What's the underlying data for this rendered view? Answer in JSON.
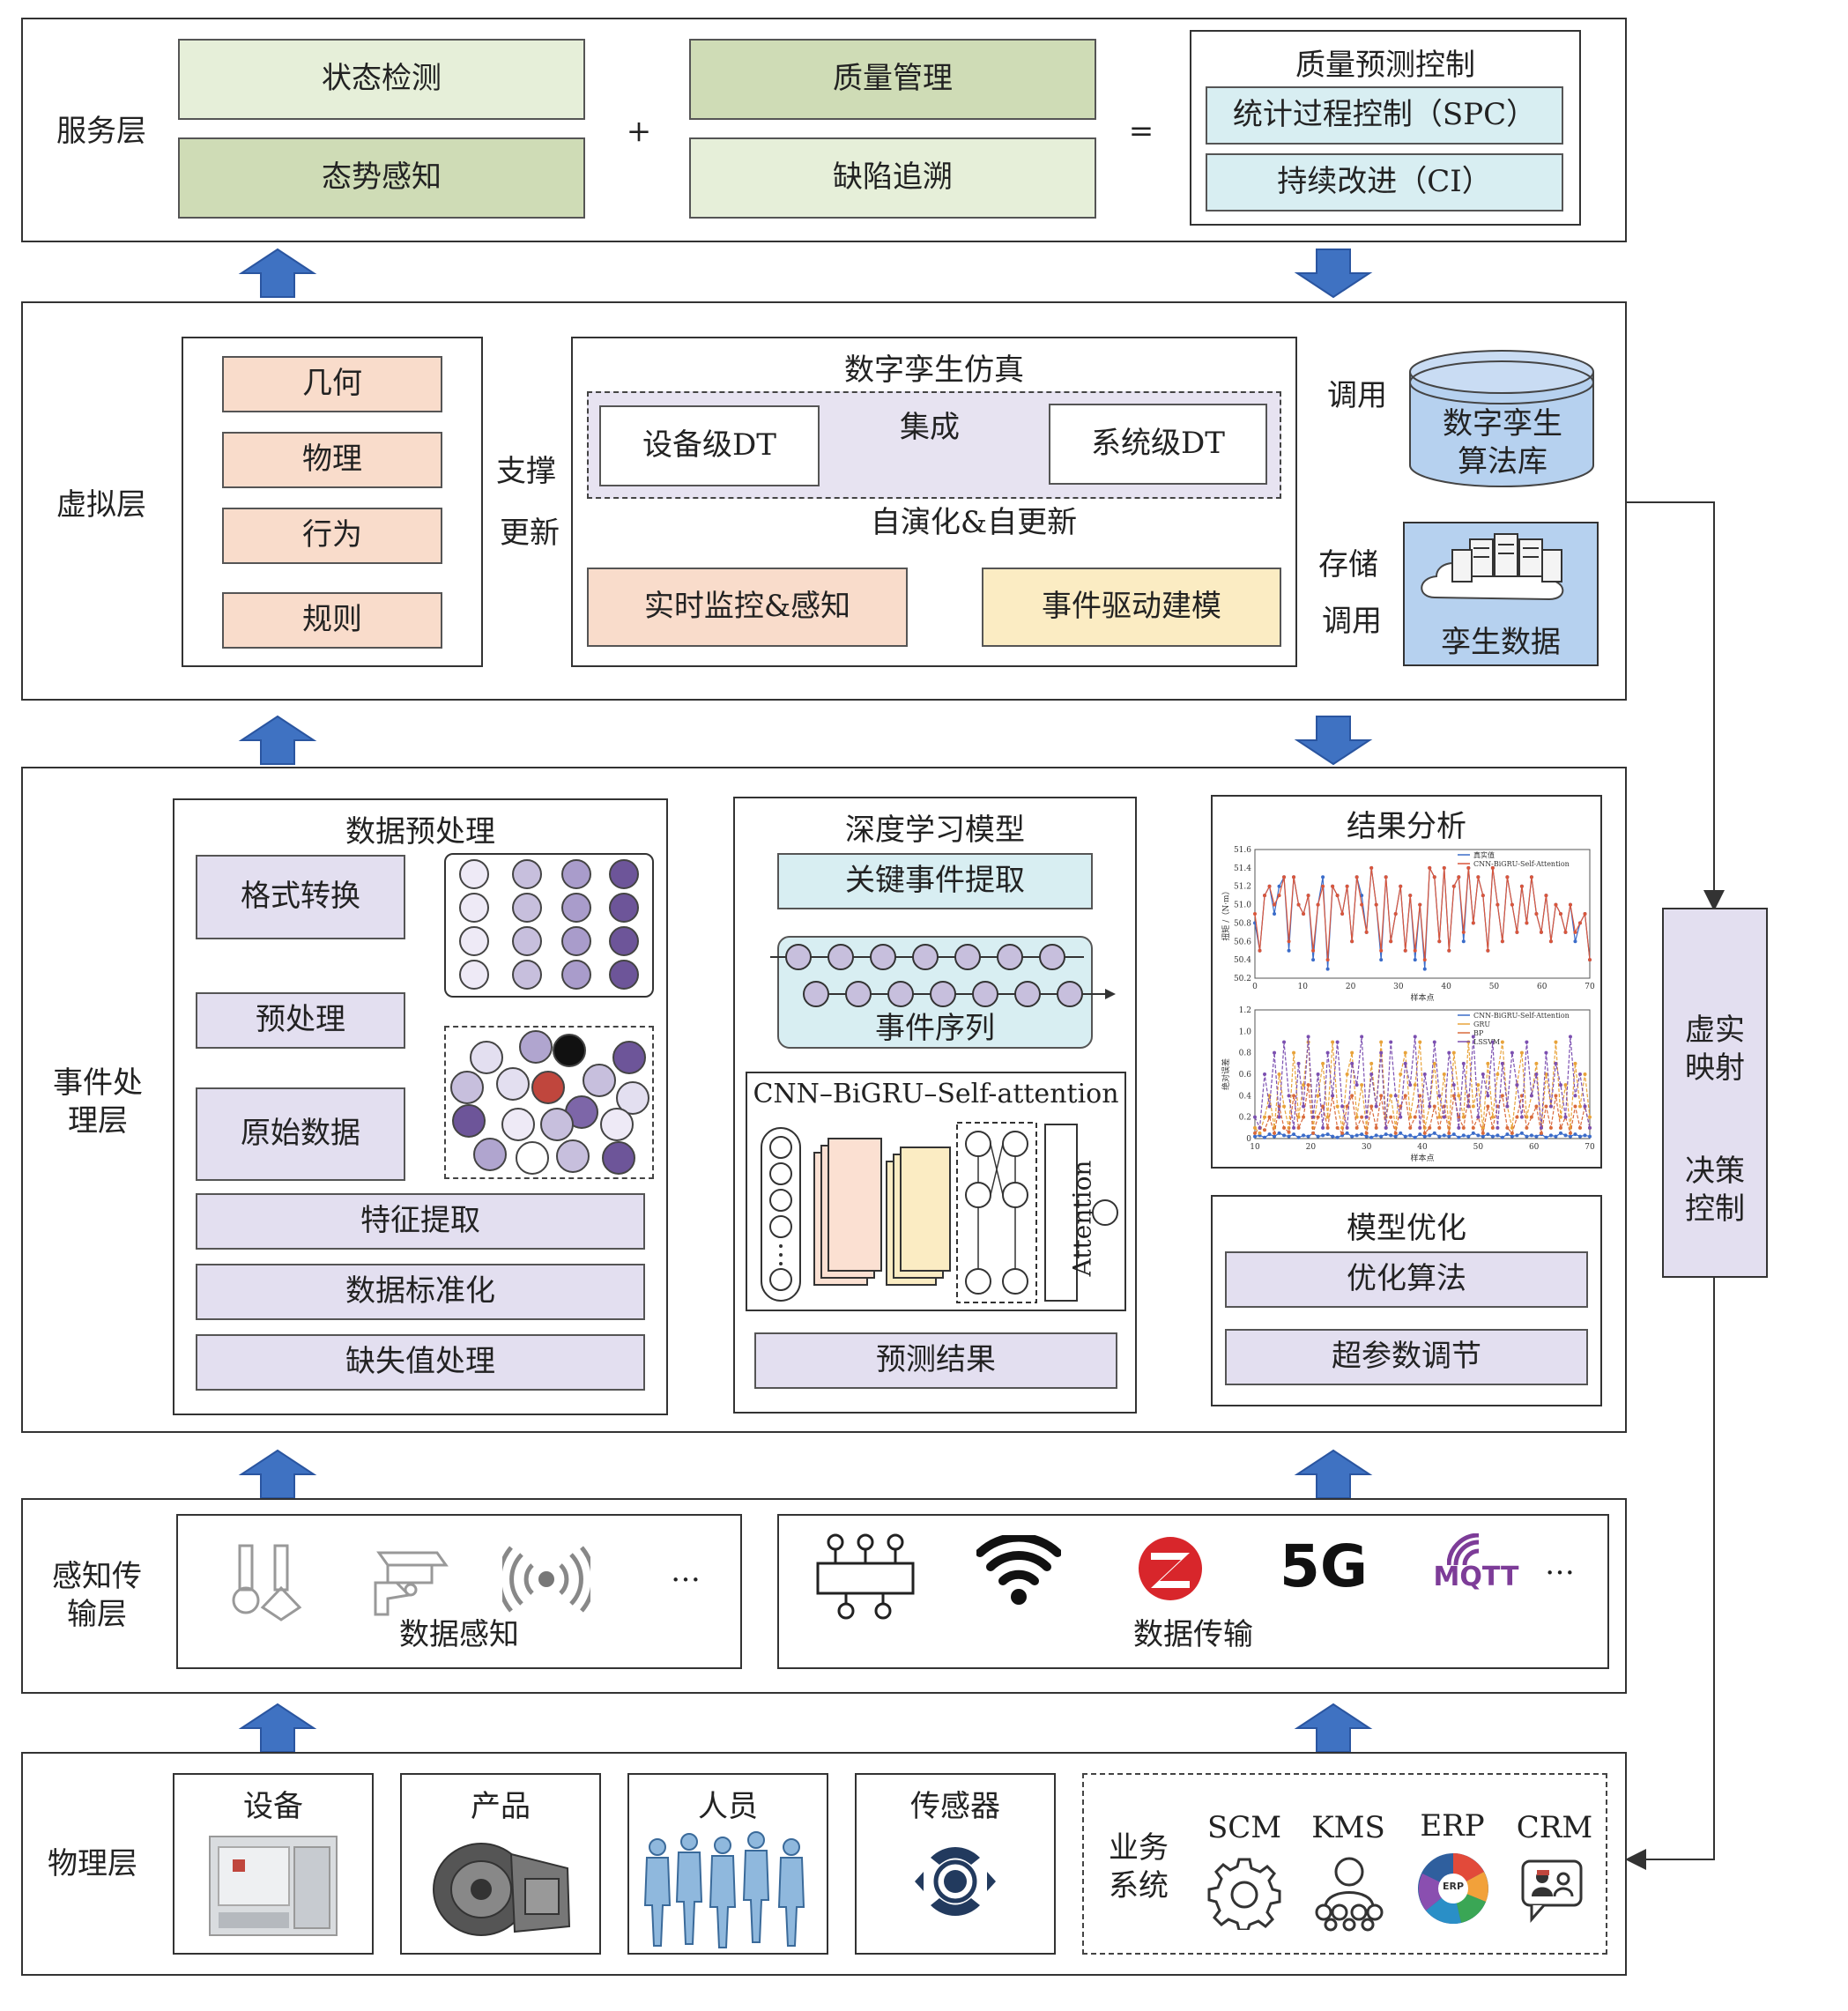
{
  "service_layer": {
    "label": "服务层",
    "state_detection": "状态检测",
    "situation_awareness": "态势感知",
    "plus": "+",
    "quality_management": "质量管理",
    "defect_tracing": "缺陷追溯",
    "equals": "=",
    "quality_prediction": {
      "title": "质量预测控制",
      "spc": "统计过程控制（SPC）",
      "ci": "持续改进（CI）"
    }
  },
  "virtual_layer": {
    "label": "虚拟层",
    "model_items": [
      "几何",
      "物理",
      "行为",
      "规则"
    ],
    "support": "支撑",
    "update": "更新",
    "simulation": {
      "title": "数字孪生仿真",
      "device_dt": "设备级DT",
      "integrate": "集成",
      "system_dt": "系统级DT",
      "self_evolve": "自演化&自更新",
      "realtime": "实时监控&感知",
      "event_model": "事件驱动建模"
    },
    "invoke_top": "调用",
    "algo_lib": "数字孪生算法库",
    "store": "存储",
    "invoke_bottom": "调用",
    "twin_data": "孪生数据"
  },
  "event_layer": {
    "label": "事件处理层",
    "preprocess": {
      "title": "数据预处理",
      "format": "格式转换",
      "pre": "预处理",
      "raw": "原始数据",
      "feature": "特征提取",
      "normalize": "数据标准化",
      "missing": "缺失值处理"
    },
    "deep_model": {
      "title": "深度学习模型",
      "key_event": "关键事件提取",
      "event_seq": "事件序列",
      "network": "CNN–BiGRU–Self-attention",
      "attention": "Attention",
      "prediction": "预测结果"
    },
    "result": {
      "title": "结果分析"
    },
    "optimize": {
      "title": "模型优化",
      "algo": "优化算法",
      "hyper": "超参数调节"
    }
  },
  "chart_data": [
    {
      "type": "line",
      "ylabel": "扭矩 /（N·m）",
      "xlabel": "样本点",
      "ylim": [
        50.2,
        51.6
      ],
      "yticks": [
        "51.6",
        "51.4",
        "51.2",
        "51.0",
        "50.8",
        "50.6",
        "50.4",
        "50.2"
      ],
      "xticks": [
        "0",
        "10",
        "20",
        "30",
        "40",
        "50",
        "60",
        "70"
      ],
      "series": [
        {
          "name": "真实值",
          "color": "#3b6cc9",
          "values": [
            50.8,
            50.5,
            51.1,
            51.2,
            50.9,
            51.2,
            51.3,
            50.5,
            51.3,
            51.0,
            50.9,
            51.1,
            50.4,
            51.0,
            51.3,
            50.3,
            51.2,
            51.1,
            50.9,
            51.2,
            50.6,
            51.3,
            51.1,
            50.7,
            51.4,
            51.0,
            50.4,
            51.3,
            50.6,
            50.9,
            51.2,
            50.5,
            51.1,
            50.4,
            51.0,
            50.3,
            51.4,
            51.3,
            50.6,
            51.4,
            50.5,
            51.2,
            51.3,
            50.6,
            51.4,
            50.8,
            51.3,
            51.1,
            50.5,
            51.4,
            51.0,
            50.6,
            51.3,
            51.0,
            50.7,
            51.2,
            50.8,
            51.3,
            50.9,
            50.7,
            51.1,
            50.6,
            51.0,
            50.9,
            50.7,
            51.0,
            50.6,
            50.8,
            50.9,
            50.4
          ]
        },
        {
          "name": "CNN-BiGRU-Self-Attention",
          "color": "#d9563b",
          "values": [
            50.9,
            50.5,
            51.1,
            51.2,
            51.0,
            51.1,
            51.3,
            50.6,
            51.3,
            51.0,
            50.9,
            51.1,
            50.5,
            51.0,
            51.2,
            50.4,
            51.2,
            51.1,
            50.9,
            51.2,
            50.6,
            51.3,
            51.0,
            50.7,
            51.4,
            51.0,
            50.5,
            51.3,
            50.6,
            50.9,
            51.2,
            50.5,
            51.1,
            50.5,
            51.0,
            50.4,
            51.4,
            51.3,
            50.6,
            51.4,
            50.5,
            51.2,
            51.3,
            50.7,
            51.4,
            50.8,
            51.3,
            51.1,
            50.5,
            51.4,
            51.0,
            50.6,
            51.3,
            51.0,
            50.7,
            51.2,
            50.8,
            51.3,
            50.9,
            50.7,
            51.1,
            50.6,
            51.0,
            50.9,
            50.7,
            51.0,
            50.7,
            50.8,
            50.9,
            50.4
          ]
        }
      ]
    },
    {
      "type": "line",
      "ylabel": "绝对误差",
      "xlabel": "样本点",
      "ylim": [
        0,
        1.2
      ],
      "yticks": [
        "1.2",
        "1.0",
        "0.8",
        "0.6",
        "0.4",
        "0.2",
        "0"
      ],
      "xticks": [
        "10",
        "20",
        "30",
        "40",
        "50",
        "60",
        "70"
      ],
      "series": [
        {
          "name": "CNN-BiGRU-Self-Attention",
          "color": "#3b6cc9",
          "values": [
            0.02,
            0.03,
            0.01,
            0.04,
            0.02,
            0.05,
            0.03,
            0.02,
            0.04,
            0.01,
            0.03,
            0.02,
            0.05,
            0.02,
            0.03,
            0.04,
            0.02,
            0.01,
            0.03,
            0.05,
            0.02,
            0.03,
            0.04,
            0.02,
            0.01,
            0.03,
            0.02,
            0.04,
            0.03,
            0.02,
            0.05,
            0.02,
            0.03,
            0.01,
            0.04,
            0.02,
            0.03,
            0.05,
            0.02,
            0.03,
            0.02,
            0.04,
            0.01,
            0.03,
            0.02,
            0.05,
            0.03,
            0.02,
            0.04,
            0.02,
            0.03,
            0.01,
            0.04,
            0.02,
            0.03,
            0.05,
            0.02,
            0.03,
            0.02,
            0.04,
            0.01,
            0.03,
            0.02,
            0.05,
            0.03,
            0.02,
            0.04,
            0.02,
            0.03,
            0.02
          ]
        },
        {
          "name": "GRU",
          "color": "#e8a33a",
          "values": [
            0.1,
            0.05,
            0.2,
            0.4,
            0.1,
            0.6,
            0.3,
            0.1,
            0.8,
            0.2,
            0.5,
            0.9,
            0.1,
            0.4,
            0.7,
            0.2,
            0.9,
            0.3,
            0.1,
            0.6,
            0.8,
            0.2,
            0.5,
            0.1,
            0.7,
            0.3,
            0.9,
            0.2,
            0.4,
            0.1,
            0.6,
            0.8,
            0.2,
            0.5,
            0.9,
            0.1,
            0.3,
            0.7,
            0.2,
            0.6,
            0.1,
            0.8,
            0.4,
            0.2,
            0.9,
            0.3,
            0.5,
            0.1,
            0.7,
            0.2,
            0.6,
            0.9,
            0.3,
            0.1,
            0.5,
            0.8,
            0.2,
            0.4,
            0.7,
            0.1,
            0.6,
            0.3,
            0.9,
            0.2,
            0.5,
            0.1,
            0.7,
            0.3,
            0.6,
            0.2
          ]
        },
        {
          "name": "BP",
          "color": "#d96a3b",
          "values": [
            0.05,
            0.1,
            0.08,
            0.2,
            0.05,
            0.3,
            0.1,
            0.06,
            0.4,
            0.1,
            0.2,
            0.5,
            0.05,
            0.2,
            0.3,
            0.1,
            0.4,
            0.1,
            0.05,
            0.3,
            0.4,
            0.1,
            0.2,
            0.05,
            0.3,
            0.1,
            0.4,
            0.1,
            0.2,
            0.05,
            0.3,
            0.4,
            0.1,
            0.2,
            0.4,
            0.05,
            0.1,
            0.3,
            0.1,
            0.3,
            0.05,
            0.4,
            0.2,
            0.1,
            0.4,
            0.1,
            0.2,
            0.05,
            0.3,
            0.1,
            0.3,
            0.4,
            0.1,
            0.05,
            0.2,
            0.4,
            0.1,
            0.2,
            0.3,
            0.05,
            0.3,
            0.1,
            0.4,
            0.1,
            0.2,
            0.05,
            0.3,
            0.1,
            0.3,
            0.1
          ]
        },
        {
          "name": "LSSVM",
          "color": "#7b4fb0",
          "values": [
            0.2,
            0.1,
            0.6,
            0.3,
            0.8,
            0.2,
            0.9,
            0.4,
            0.1,
            0.7,
            0.3,
            0.95,
            0.2,
            0.6,
            0.1,
            0.8,
            0.4,
            0.9,
            0.3,
            0.1,
            0.7,
            0.5,
            0.95,
            0.2,
            0.6,
            0.3,
            0.8,
            0.1,
            0.9,
            0.4,
            0.2,
            0.7,
            0.5,
            0.95,
            0.1,
            0.6,
            0.3,
            0.9,
            0.4,
            0.2,
            0.8,
            0.5,
            0.1,
            0.7,
            0.3,
            0.95,
            0.2,
            0.6,
            0.4,
            0.9,
            0.1,
            0.7,
            0.3,
            0.8,
            0.5,
            0.2,
            0.9,
            0.4,
            0.6,
            0.1,
            0.8,
            0.3,
            0.7,
            0.5,
            0.2,
            0.95,
            0.4,
            0.6,
            0.3,
            0.1
          ]
        }
      ]
    }
  ],
  "perception_layer": {
    "label": "感知传输层",
    "sensing_label": "数据感知",
    "ellipsis1": "…",
    "transfer_label": "数据传输",
    "fiveg": "5G",
    "mqtt": "MQTT",
    "ellipsis2": "…"
  },
  "mapping": {
    "top": "虚实映射",
    "bottom": "决策控制"
  },
  "physical_layer": {
    "label": "物理层",
    "device": "设备",
    "product": "产品",
    "people": "人员",
    "sensor": "传感器",
    "business": "业务系统",
    "scm": "SCM",
    "kms": "KMS",
    "erp": "ERP",
    "erp_inner": "ERP",
    "crm": "CRM"
  }
}
